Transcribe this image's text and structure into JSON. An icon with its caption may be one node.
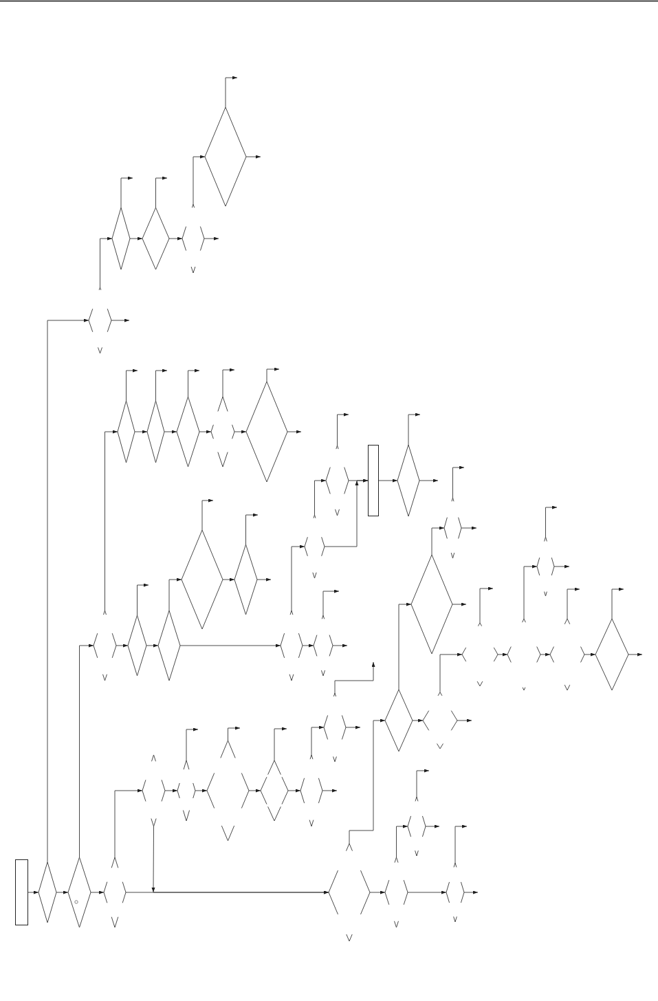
{
  "diagram": {
    "nodes": [
      {
        "text": [],
        "shape": "box"
      },
      {
        "text": [],
        "shape": "diamond"
      },
      {
        "text": [],
        "shape": "diamond"
      },
      {
        "text": [],
        "shape": "diamond"
      },
      {
        "text": [],
        "shape": "diamond"
      },
      {
        "text": [],
        "shape": "diamond"
      },
      {
        "text": [],
        "shape": "diamond"
      },
      {
        "text": [],
        "shape": "diamond"
      },
      {
        "text": [],
        "shape": "diamond"
      },
      {
        "text": [],
        "shape": "diamond"
      },
      {
        "text": [],
        "shape": "diamond"
      },
      {
        "text": [],
        "shape": "diamond"
      },
      {
        "text": [],
        "shape": "diamond"
      },
      {
        "text": [],
        "shape": "diamond"
      },
      {
        "text": [],
        "shape": "diamond"
      },
      {
        "text": [],
        "shape": "diamond"
      },
      {
        "text": [],
        "shape": "diamond"
      },
      {
        "text": [],
        "shape": "diamond"
      },
      {
        "text": [],
        "shape": "diamond"
      },
      {
        "text": [],
        "shape": "diamond"
      },
      {
        "text": [],
        "shape": "diamond"
      },
      {
        "text": [],
        "shape": "diamond"
      },
      {
        "text": [],
        "shape": "diamond"
      },
      {
        "text": [],
        "shape": "box"
      },
      {
        "text": [],
        "shape": "diamond"
      },
      {
        "text": [],
        "shape": "diamond"
      },
      {
        "text": [],
        "shape": "diamond"
      },
      {
        "text": [],
        "shape": "diamond"
      },
      {
        "text": [],
        "shape": "diamond"
      },
      {
        "text": [],
        "shape": "diamond"
      },
      {
        "text": [],
        "shape": "diamond"
      },
      {
        "text": [],
        "shape": "diamond"
      },
      {
        "text": [],
        "shape": "diamond"
      },
      {
        "text": [],
        "shape": "diamond"
      },
      {
        "text": [],
        "shape": "diamond"
      },
      {
        "text": [],
        "shape": "diamond"
      },
      {
        "text": [],
        "shape": "diamond"
      },
      {
        "text": [],
        "shape": "diamond"
      },
      {
        "text": [],
        "shape": "diamond"
      },
      {
        "text": [],
        "shape": "diamond"
      },
      {
        "text": [],
        "shape": "diamond"
      },
      {
        "text": [],
        "shape": "diamond"
      },
      {
        "text": [],
        "shape": "diamond"
      },
      {
        "text": [],
        "shape": "diamond"
      }
    ],
    "edges": [
      {
        "from": 0,
        "to": 1,
        "arrow": "to"
      },
      {
        "from": 1,
        "to": 2,
        "arrow": "to"
      },
      {
        "from": 2,
        "to": 3,
        "arrow": "to"
      },
      {
        "from": 3,
        "to": 31,
        "arrow": "to"
      },
      {
        "from": 25,
        "to": 31,
        "arrow": "to"
      },
      {
        "from": 1,
        "to": 4,
        "arrow": "to"
      },
      {
        "from": 4,
        "to": 5,
        "arrow": "to"
      },
      {
        "from": 4,
        "to": null,
        "arrow": "to"
      },
      {
        "from": 5,
        "to": null,
        "arrow": "to"
      },
      {
        "from": 5,
        "to": 6,
        "arrow": "to"
      },
      {
        "from": 6,
        "to": null,
        "arrow": "to"
      },
      {
        "from": 6,
        "to": 7,
        "arrow": "to"
      },
      {
        "from": 7,
        "to": 8,
        "arrow": "to"
      },
      {
        "from": 7,
        "to": null,
        "arrow": "to"
      },
      {
        "from": 8,
        "to": null,
        "arrow": "to"
      },
      {
        "from": 8,
        "to": null,
        "arrow": "to"
      },
      {
        "from": 2,
        "to": 9,
        "arrow": "to"
      },
      {
        "from": 9,
        "to": 10,
        "arrow": "to"
      },
      {
        "from": 10,
        "to": null,
        "arrow": "to"
      },
      {
        "from": 10,
        "to": 11,
        "arrow": "to"
      },
      {
        "from": 11,
        "to": null,
        "arrow": "to"
      },
      {
        "from": 11,
        "to": 12,
        "arrow": "to"
      },
      {
        "from": 12,
        "to": null,
        "arrow": "to"
      },
      {
        "from": 12,
        "to": 13,
        "arrow": "to"
      },
      {
        "from": 13,
        "to": null,
        "arrow": "to"
      },
      {
        "from": 13,
        "to": 14,
        "arrow": "to"
      },
      {
        "from": 14,
        "to": null,
        "arrow": "to"
      },
      {
        "from": 14,
        "to": null,
        "arrow": "to"
      },
      {
        "from": 9,
        "to": 15,
        "arrow": "to"
      },
      {
        "from": 15,
        "to": null,
        "arrow": "to"
      },
      {
        "from": 15,
        "to": 16,
        "arrow": "to"
      },
      {
        "from": 16,
        "to": 17,
        "arrow": "to"
      },
      {
        "from": 17,
        "to": null,
        "arrow": "to"
      },
      {
        "from": 17,
        "to": 18,
        "arrow": "to"
      },
      {
        "from": 18,
        "to": null,
        "arrow": "to"
      },
      {
        "from": 18,
        "to": null,
        "arrow": "to"
      },
      {
        "from": 16,
        "to": 19,
        "arrow": "to"
      },
      {
        "from": 19,
        "to": 20,
        "arrow": "to"
      },
      {
        "from": 20,
        "to": null,
        "arrow": "to"
      },
      {
        "from": 20,
        "to": null,
        "arrow": "to"
      },
      {
        "from": 19,
        "to": 21,
        "arrow": "to"
      },
      {
        "from": 21,
        "to": 22,
        "arrow": "to"
      },
      {
        "from": 21,
        "to": 23,
        "arrow": "to"
      },
      {
        "from": 22,
        "to": null,
        "arrow": "to"
      },
      {
        "from": 22,
        "to": 23,
        "arrow": "to"
      },
      {
        "from": 23,
        "to": 24,
        "arrow": "to"
      },
      {
        "from": 24,
        "to": null,
        "arrow": "to"
      },
      {
        "from": 24,
        "to": null,
        "arrow": "to"
      },
      {
        "from": 3,
        "to": 25,
        "arrow": "to"
      },
      {
        "from": 25,
        "to": 26,
        "arrow": "to"
      },
      {
        "from": 26,
        "to": null,
        "arrow": "to"
      },
      {
        "from": 26,
        "to": 27,
        "arrow": "to"
      },
      {
        "from": 27,
        "to": null,
        "arrow": "to"
      },
      {
        "from": 27,
        "to": 28,
        "arrow": "to"
      },
      {
        "from": 28,
        "to": null,
        "arrow": "to"
      },
      {
        "from": 28,
        "to": 29,
        "arrow": "to"
      },
      {
        "from": 29,
        "to": 30,
        "arrow": "to"
      },
      {
        "from": 29,
        "to": null,
        "arrow": "to"
      },
      {
        "from": 30,
        "to": null,
        "arrow": "to"
      },
      {
        "from": 30,
        "to": null,
        "arrow": "to"
      },
      {
        "from": 31,
        "to": 32,
        "arrow": "to"
      },
      {
        "from": 32,
        "to": 33,
        "arrow": "to"
      },
      {
        "from": 33,
        "to": null,
        "arrow": "to"
      },
      {
        "from": 33,
        "to": 36,
        "arrow": "to"
      },
      {
        "from": 32,
        "to": 34,
        "arrow": "to"
      },
      {
        "from": 34,
        "to": null,
        "arrow": "to"
      },
      {
        "from": 34,
        "to": 35,
        "arrow": "to"
      },
      {
        "from": 35,
        "to": null,
        "arrow": "to"
      },
      {
        "from": 35,
        "to": null,
        "arrow": "to"
      },
      {
        "from": 36,
        "to": null,
        "arrow": "to"
      },
      {
        "from": 36,
        "to": 37,
        "arrow": "to"
      },
      {
        "from": 37,
        "to": 38,
        "arrow": "to"
      },
      {
        "from": 38,
        "to": null,
        "arrow": "to"
      },
      {
        "from": 38,
        "to": null,
        "arrow": "to"
      },
      {
        "from": 37,
        "to": 39,
        "arrow": "to"
      },
      {
        "from": 39,
        "to": null,
        "arrow": "to"
      },
      {
        "from": 39,
        "to": 40,
        "arrow": "to"
      },
      {
        "from": 40,
        "to": null,
        "arrow": "to"
      },
      {
        "from": 40,
        "to": null,
        "arrow": "to"
      },
      {
        "from": 31,
        "to": 41,
        "arrow": "to"
      },
      {
        "from": 41,
        "to": 42,
        "arrow": "to"
      },
      {
        "from": 42,
        "to": null,
        "arrow": "to"
      },
      {
        "from": 42,
        "to": null,
        "arrow": "to"
      },
      {
        "from": 41,
        "to": 43,
        "arrow": "to"
      },
      {
        "from": 43,
        "to": null,
        "arrow": "to"
      },
      {
        "from": 43,
        "to": null,
        "arrow": "to"
      }
    ]
  }
}
